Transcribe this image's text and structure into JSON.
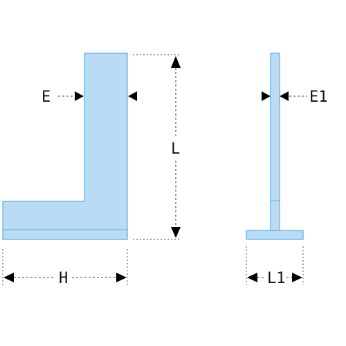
{
  "labels": {
    "e": "E",
    "l": "L",
    "e1": "E1",
    "h": "H",
    "l1": "L1"
  },
  "colors": {
    "fill": "#b9dcf4",
    "stroke": "#5aaee0",
    "dimension": "#000000"
  }
}
